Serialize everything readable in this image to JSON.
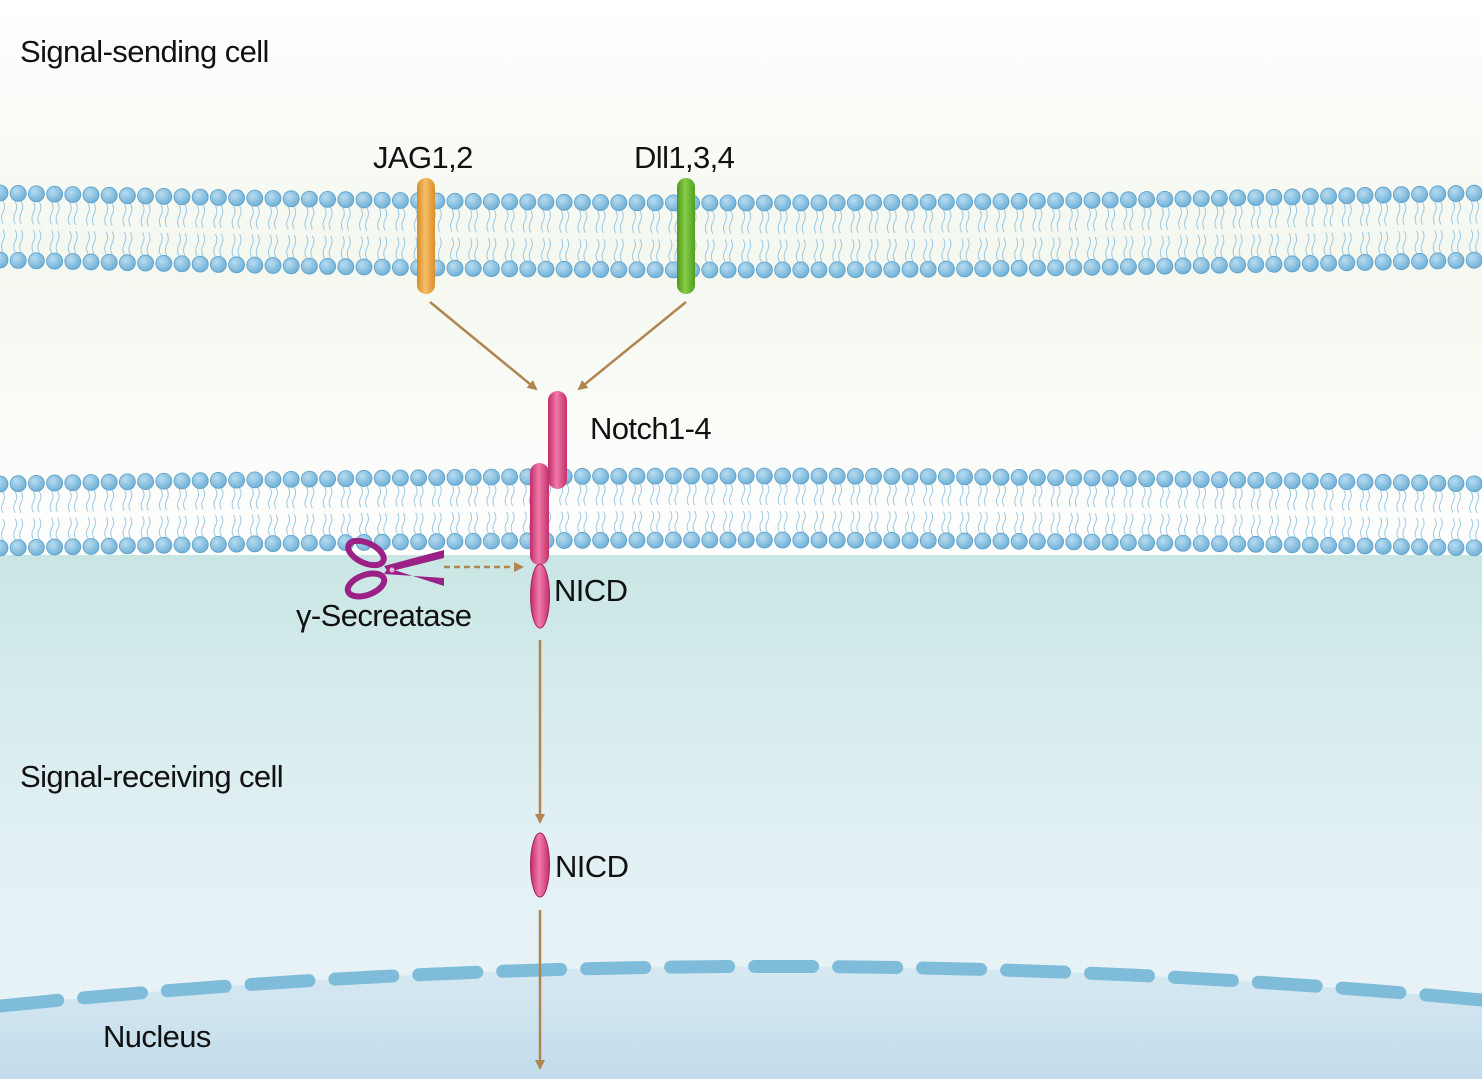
{
  "labels": {
    "sending_cell": "Signal-sending cell",
    "jag": "JAG1,2",
    "dll": "Dll1,3,4",
    "notch": "Notch1-4",
    "nicd_membrane": "NICD",
    "secretase": "γ-Secreatase",
    "receiving_cell": "Signal-receiving cell",
    "nicd_cytoplasm": "NICD",
    "nucleus": "Nucleus"
  },
  "colors": {
    "lipid_head": "#7ab9dd",
    "lipid_tail": "#9cc8e2",
    "jag": "#eaa544",
    "dll": "#6ab72e",
    "notch": "#d8407e",
    "scissors": "#9c2186",
    "arrow": "#b08550",
    "cytoplasm": "#c9e6e6",
    "nucleus": "#c8e1ee",
    "nuclear_envelope": "#7fbcda"
  }
}
